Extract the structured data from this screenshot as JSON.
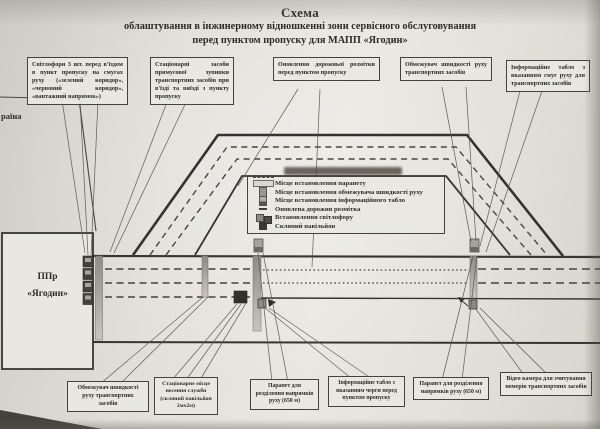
{
  "title": {
    "line1": "Схема",
    "line2": "облаштування в інжинерному відношкенні зони сервісного обслуговування",
    "line3": "перед пунктом пропуску для МАПП «Ягодин»"
  },
  "region_label": "раїна",
  "checkpoint": {
    "line1": "ППр",
    "line2": "«Ягодин»"
  },
  "top_callouts": [
    {
      "label": "Світлофори 3 шт. перед в'їздом в пункт пропуску на смугах руху («зелений коридор», «червоний коридор», «вантажний напрямок»)"
    },
    {
      "label": "Стаціонарні засоби примусової зупинки транспортних засобів при в'їзді та виїзді з пункту пропуску"
    },
    {
      "label": "Оновлення дорожньої розмітки перед пунктом пропуску"
    },
    {
      "label": "Обмежувач швидкості руху транспортних засобів"
    },
    {
      "label": "Інформаційне табло з вказанням смуг руху для транспортних засобів"
    }
  ],
  "legend": {
    "items": [
      {
        "icon": "parapet-icon",
        "label": "Місце встановлення парапету"
      },
      {
        "icon": "speed-limiter-icon",
        "label": "Місце встановлення обмежувача швидкості руху"
      },
      {
        "icon": "info-board-icon",
        "label": "Місце встановлення інформаційного табло"
      },
      {
        "icon": "road-marking-icon",
        "label": "Оновлена дорожня розмітка"
      },
      {
        "icon": "traffic-light-icon",
        "label": "Встановлення світлофору"
      },
      {
        "icon": "glass-pavilion-icon",
        "label": "Скляний павільйон"
      }
    ]
  },
  "bottom_callouts": [
    {
      "label": "Обмежувач швидкості руху транспортних засобів"
    },
    {
      "label": "Стаціонарне місце несення служби (скляний павільйон 2мх2м)"
    },
    {
      "label": "Парапет для розділення напрямків руху (650 м)"
    },
    {
      "label": "Інформаційне табло з вказанням черги перед пунктом пропуску"
    },
    {
      "label": "Парапет для розділення напрямків руху (650 м)"
    },
    {
      "label": "Відео камера для зчитування номерів транспортних засобів"
    }
  ],
  "colors": {
    "ink": "#2e2b26",
    "paper": "#e7e4df",
    "line": "#38352f",
    "bar_gray": "#98948d"
  }
}
